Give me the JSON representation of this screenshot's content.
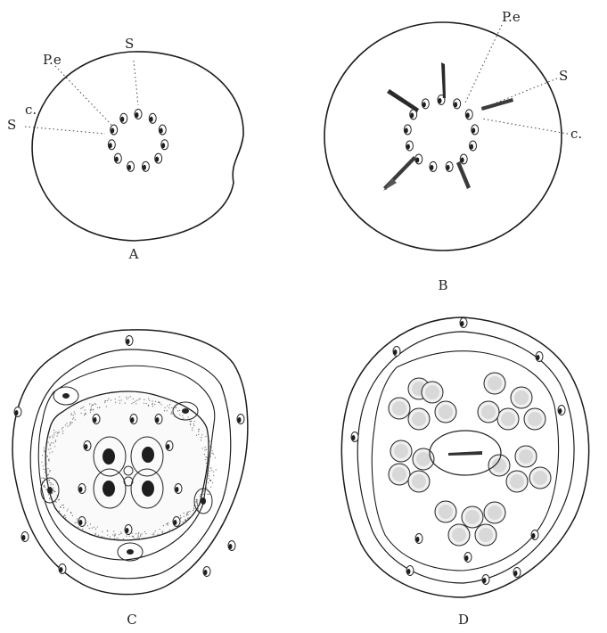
{
  "figures": {
    "a": {
      "caption": "A",
      "labels": {
        "pe": "P.e",
        "s_top": "S",
        "c": "c.",
        "s_left": "S"
      }
    },
    "b": {
      "caption": "B",
      "labels": {
        "pe": "P.e",
        "s": "S",
        "c": "c."
      }
    },
    "c": {
      "caption": "C"
    },
    "d": {
      "caption": "D"
    }
  }
}
